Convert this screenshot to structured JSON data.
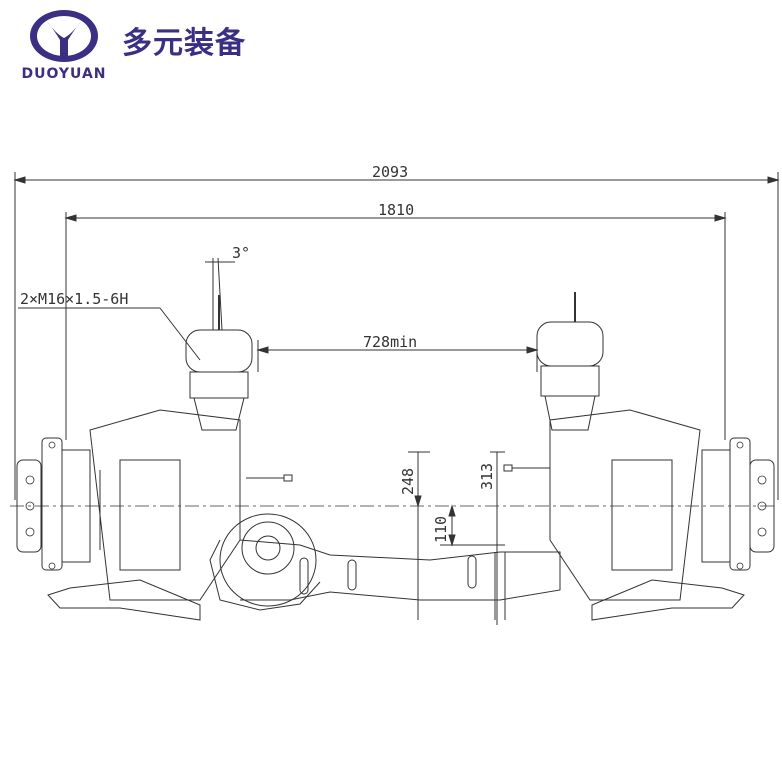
{
  "brand": {
    "logo_letter": "Y",
    "logo_text": "DUOYUAN",
    "name_cn": "多元装备",
    "color": "#3a2f83"
  },
  "dimensions": {
    "overall_width": "2093",
    "track_width": "1810",
    "min_clearance": "728min",
    "angle": "3°",
    "thread_spec": "2×M16×1.5-6H",
    "height_a": "248",
    "height_b": "313",
    "height_c": "110"
  },
  "colors": {
    "line": "#333333",
    "accent": "#3a2f83"
  }
}
